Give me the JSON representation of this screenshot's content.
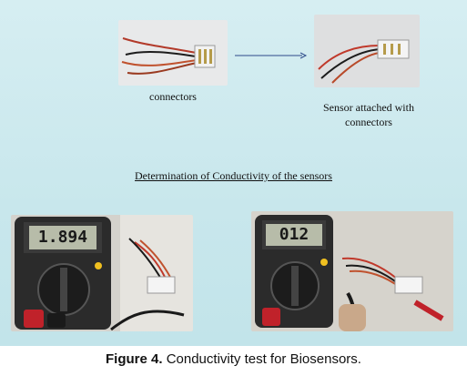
{
  "captions": {
    "connectors": "connectors",
    "sensor_attached_line1": "Sensor attached with",
    "sensor_attached_line2": "connectors",
    "heading": "Determination of Conductivity of the sensors"
  },
  "meters": {
    "left_reading": "1.894",
    "right_reading": "012"
  },
  "figure": {
    "label": "Figure 4.",
    "text": " Conductivity test for Biosensors."
  },
  "colors": {
    "background": "#c8e7ec",
    "meter_body": "#2b2b2b",
    "lcd": "#b7bca9",
    "wire_red": "#c0392b",
    "wire_black": "#1a1a1a",
    "probe_red": "#c0222a"
  }
}
